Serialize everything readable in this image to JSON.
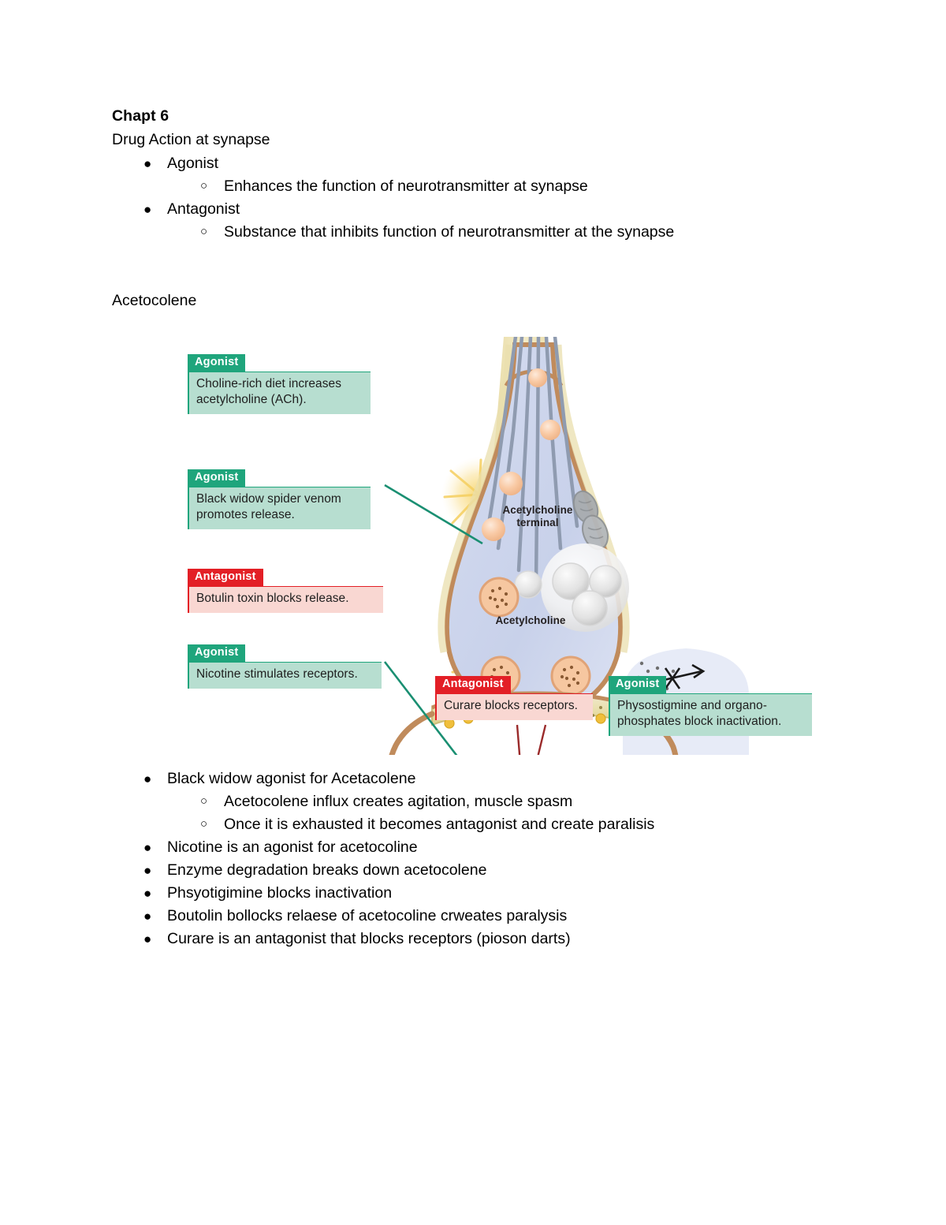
{
  "document": {
    "title": "Chapt 6",
    "subtitle": "Drug Action at synapse",
    "section_label": "Acetocolene"
  },
  "top_outline": [
    {
      "label": "Agonist",
      "bullet": "●",
      "children": [
        {
          "label": "Enhances the function of neurotransmitter at synapse",
          "bullet": "○"
        }
      ]
    },
    {
      "label": "Antagonist",
      "bullet": "●",
      "children": [
        {
          "label": "Substance that inhibits function of neurotransmitter at the synapse",
          "bullet": "○"
        }
      ]
    }
  ],
  "bottom_outline": [
    {
      "label": "Black widow agonist for Acetacolene",
      "bullet": "●",
      "children": [
        {
          "label": "Acetocolene influx creates agitation, muscle spasm",
          "bullet": "○"
        },
        {
          "label": "Once it is exhausted it becomes antagonist and create paralisis",
          "bullet": "○"
        }
      ]
    },
    {
      "label": "Nicotine is an agonist for acetocoline",
      "bullet": "●",
      "children": []
    },
    {
      "label": "Enzyme degradation breaks down acetocolene",
      "bullet": "●",
      "children": []
    },
    {
      "label": "Phsyotigimine blocks inactivation",
      "bullet": "●",
      "children": []
    },
    {
      "label": "Boutolin bollocks relaese of acetocoline crweates paralysis",
      "bullet": "●",
      "children": []
    },
    {
      "label": "Curare is an antagonist that blocks receptors (pioson darts)",
      "bullet": "●",
      "children": []
    }
  ],
  "figure": {
    "inner_labels": {
      "terminal_line1": "Acetylcholine",
      "terminal_line2": "terminal",
      "vesicle": "Acetylcholine"
    },
    "callouts": [
      {
        "id": "choline-rich-diet",
        "kind": "Agonist",
        "header": "Agonist",
        "line1": "Choline-rich diet increases",
        "line2": "acetylcholine (ACh)."
      },
      {
        "id": "black-widow-venom",
        "kind": "Agonist",
        "header": "Agonist",
        "line1": "Black widow spider venom",
        "line2": "promotes release."
      },
      {
        "id": "botulin-toxin",
        "kind": "Antagonist",
        "header": "Antagonist",
        "line1": "Botulin toxin blocks release.",
        "line2": ""
      },
      {
        "id": "nicotine",
        "kind": "Agonist",
        "header": "Agonist",
        "line1": "Nicotine stimulates receptors.",
        "line2": ""
      },
      {
        "id": "curare",
        "kind": "Antagonist",
        "header": "Antagonist",
        "line1": "Curare blocks receptors.",
        "line2": ""
      },
      {
        "id": "physostigmine",
        "kind": "Agonist",
        "header": "Agonist",
        "line1": "Physostigmine and organo-",
        "line2": "phosphates block inactivation."
      }
    ],
    "colors": {
      "agonist_header": "#1fa57c",
      "agonist_body": "#b7ded0",
      "antagonist_header": "#e31f26",
      "antagonist_body": "#f9d7d2",
      "membrane": "#c08b5c",
      "myelin": "#ece2b0",
      "cytoplasm": "#ccd4ec",
      "vesicle": "#f8c6a2",
      "microtubule": "#8f9bb0",
      "burst": "#f6d878",
      "leader_green": "#1a8f72",
      "leader_red": "#9a2a2a",
      "synaptic_membrane": "#e6dca0",
      "receptor": "#f2c33f",
      "mitochondria": "#9fa3a6"
    }
  }
}
